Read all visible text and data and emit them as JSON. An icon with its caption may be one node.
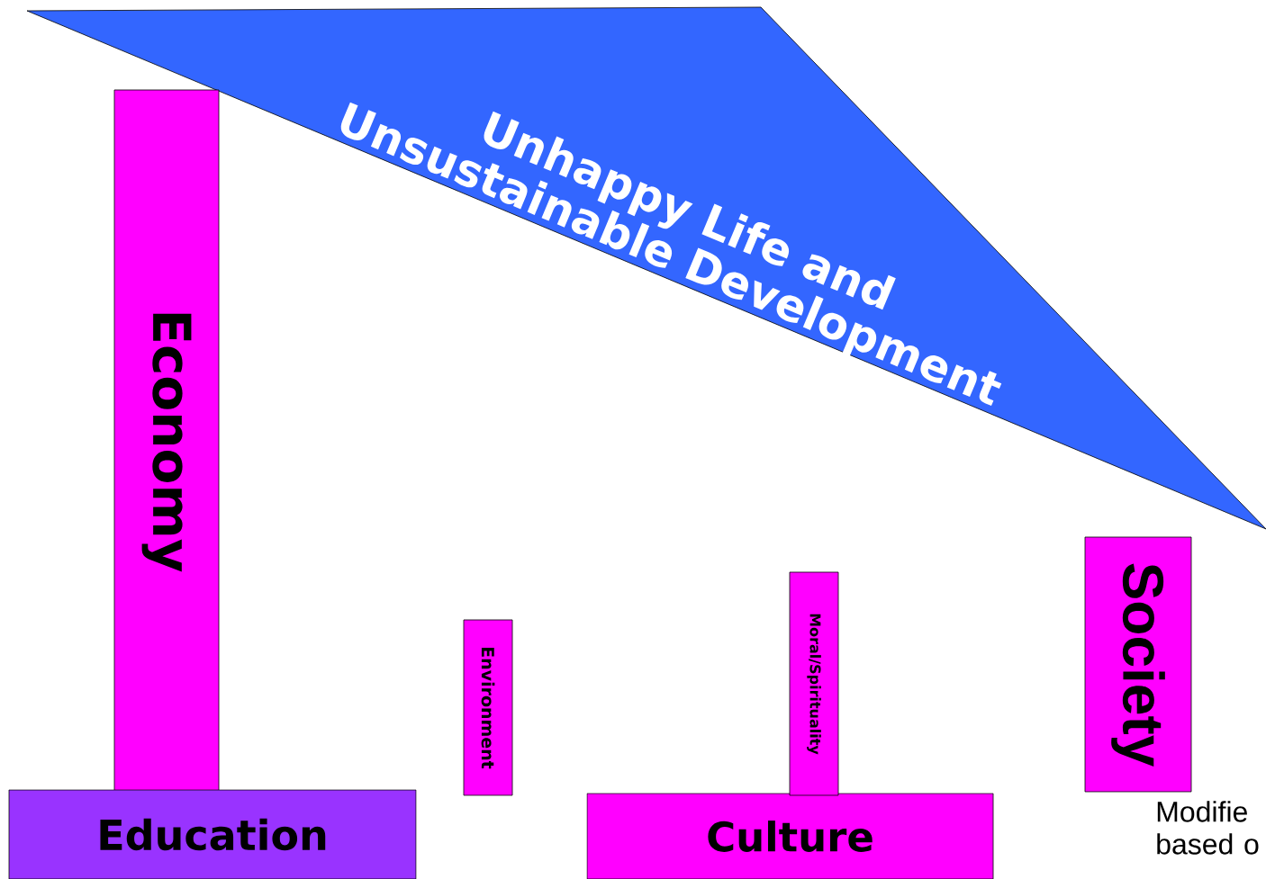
{
  "diagram": {
    "nodes": [
      {
        "text": [
          "Unhappy Life and Unsustainable Development"
        ]
      },
      {
        "text": [
          "Economy"
        ]
      },
      {
        "text": [
          "Education"
        ]
      },
      {
        "text": [
          "Environment"
        ]
      },
      {
        "text": [
          "Culture"
        ]
      },
      {
        "text": [
          "Moral/Spirituality"
        ]
      },
      {
        "text": [
          "Society"
        ]
      }
    ],
    "labels": [
      "Modifie based o"
    ]
  }
}
